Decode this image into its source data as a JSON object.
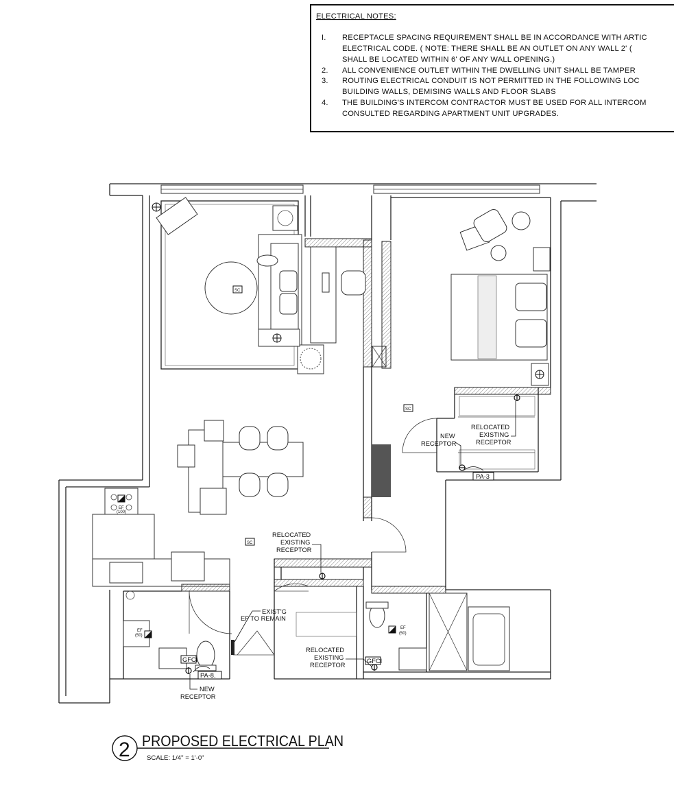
{
  "notes": {
    "heading": "ELECTRICAL NOTES:",
    "lines": [
      {
        "num": "I.",
        "text": "RECEPTACLE SPACING REQUIREMENT SHALL BE IN ACCORDANCE WITH ARTIC"
      },
      {
        "num": "",
        "text": "ELECTRICAL CODE. ( NOTE: THERE SHALL BE AN OUTLET ON ANY WALL 2' ("
      },
      {
        "num": "",
        "text": "SHALL BE LOCATED WITHIN 6' OF ANY WALL OPENING.)"
      },
      {
        "num": "2.",
        "text": "ALL CONVENIENCE OUTLET WITHIN THE DWELLING UNIT SHALL BE TAMPER"
      },
      {
        "num": "3.",
        "text": "ROUTING ELECTRICAL CONDUIT IS NOT PERMITTED IN THE  FOLLOWING LOC"
      },
      {
        "num": "",
        "text": "BUILDING WALLS, DEMISING WALLS AND FLOOR SLABS"
      },
      {
        "num": "4.",
        "text": "THE BUILDING'S INTERCOM CONTRACTOR MUST BE USED FOR ALL INTERCOM"
      },
      {
        "num": "",
        "text": "CONSULTED REGARDING APARTMENT UNIT UPGRADES."
      }
    ]
  },
  "plan": {
    "smoke_label": "SC",
    "ef_label": "EF",
    "ef_kitchen_rating": "(100)",
    "ef_bath_rating": "(50)",
    "gfci_label": "GFCI",
    "circuits": {
      "bedroom": "PA-3",
      "bath": "PA-8."
    },
    "callouts": {
      "bedroom_new": [
        "NEW",
        "RECEPTOR"
      ],
      "bedroom_relocated": [
        "RELOCATED",
        "EXISTING",
        "RECEPTOR"
      ],
      "hall_relocated": [
        "RELOCATED",
        "EXISTING",
        "RECEPTOR"
      ],
      "ef_remain": [
        "EXIST'G",
        "EF TO REMAIN"
      ],
      "bath_relocated": [
        "RELOCATED",
        "EXISTING",
        "RECEPTOR"
      ],
      "bath_new": [
        "NEW",
        "RECEPTOR"
      ]
    }
  },
  "title_block": {
    "number": "2",
    "title": "PROPOSED ELECTRICAL PLAN",
    "scale": "SCALE: 1/4\" = 1'-0\""
  }
}
